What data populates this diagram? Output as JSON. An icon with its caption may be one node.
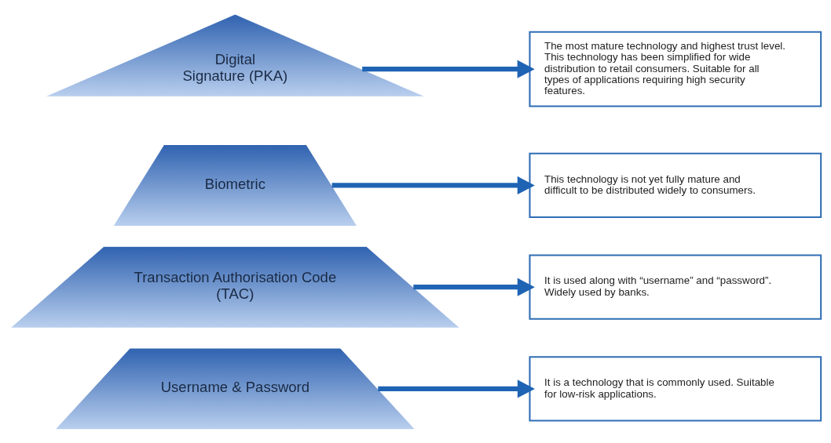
{
  "diagram": {
    "nodes": [
      {
        "text": [
          "Digital Signature (PKA)"
        ]
      },
      {
        "text": [
          "Biometric"
        ]
      },
      {
        "text": [
          "Transaction Authorisation Code (TAC)"
        ]
      },
      {
        "text": [
          "Username & Password"
        ]
      },
      {
        "text": [
          "The most mature technology and highest trust level. This technology has been simplified for wide distribution to retail consumers. Suitable for all types of applications requiring high security features."
        ]
      },
      {
        "text": [
          "This technology is not yet fully mature and difficult to be distributed widely to consumers."
        ]
      },
      {
        "text": [
          "It is used along with “username” and “password”. Widely used by banks."
        ]
      },
      {
        "text": [
          "It is a technology that is commonly used. Suitable for low-risk applications."
        ]
      }
    ],
    "edges": [
      {
        "from": 0,
        "to": 4,
        "arrow": "to"
      },
      {
        "from": 1,
        "to": 5,
        "arrow": "to"
      },
      {
        "from": 2,
        "to": 6,
        "arrow": "to"
      },
      {
        "from": 3,
        "to": 7,
        "arrow": "to"
      }
    ]
  }
}
